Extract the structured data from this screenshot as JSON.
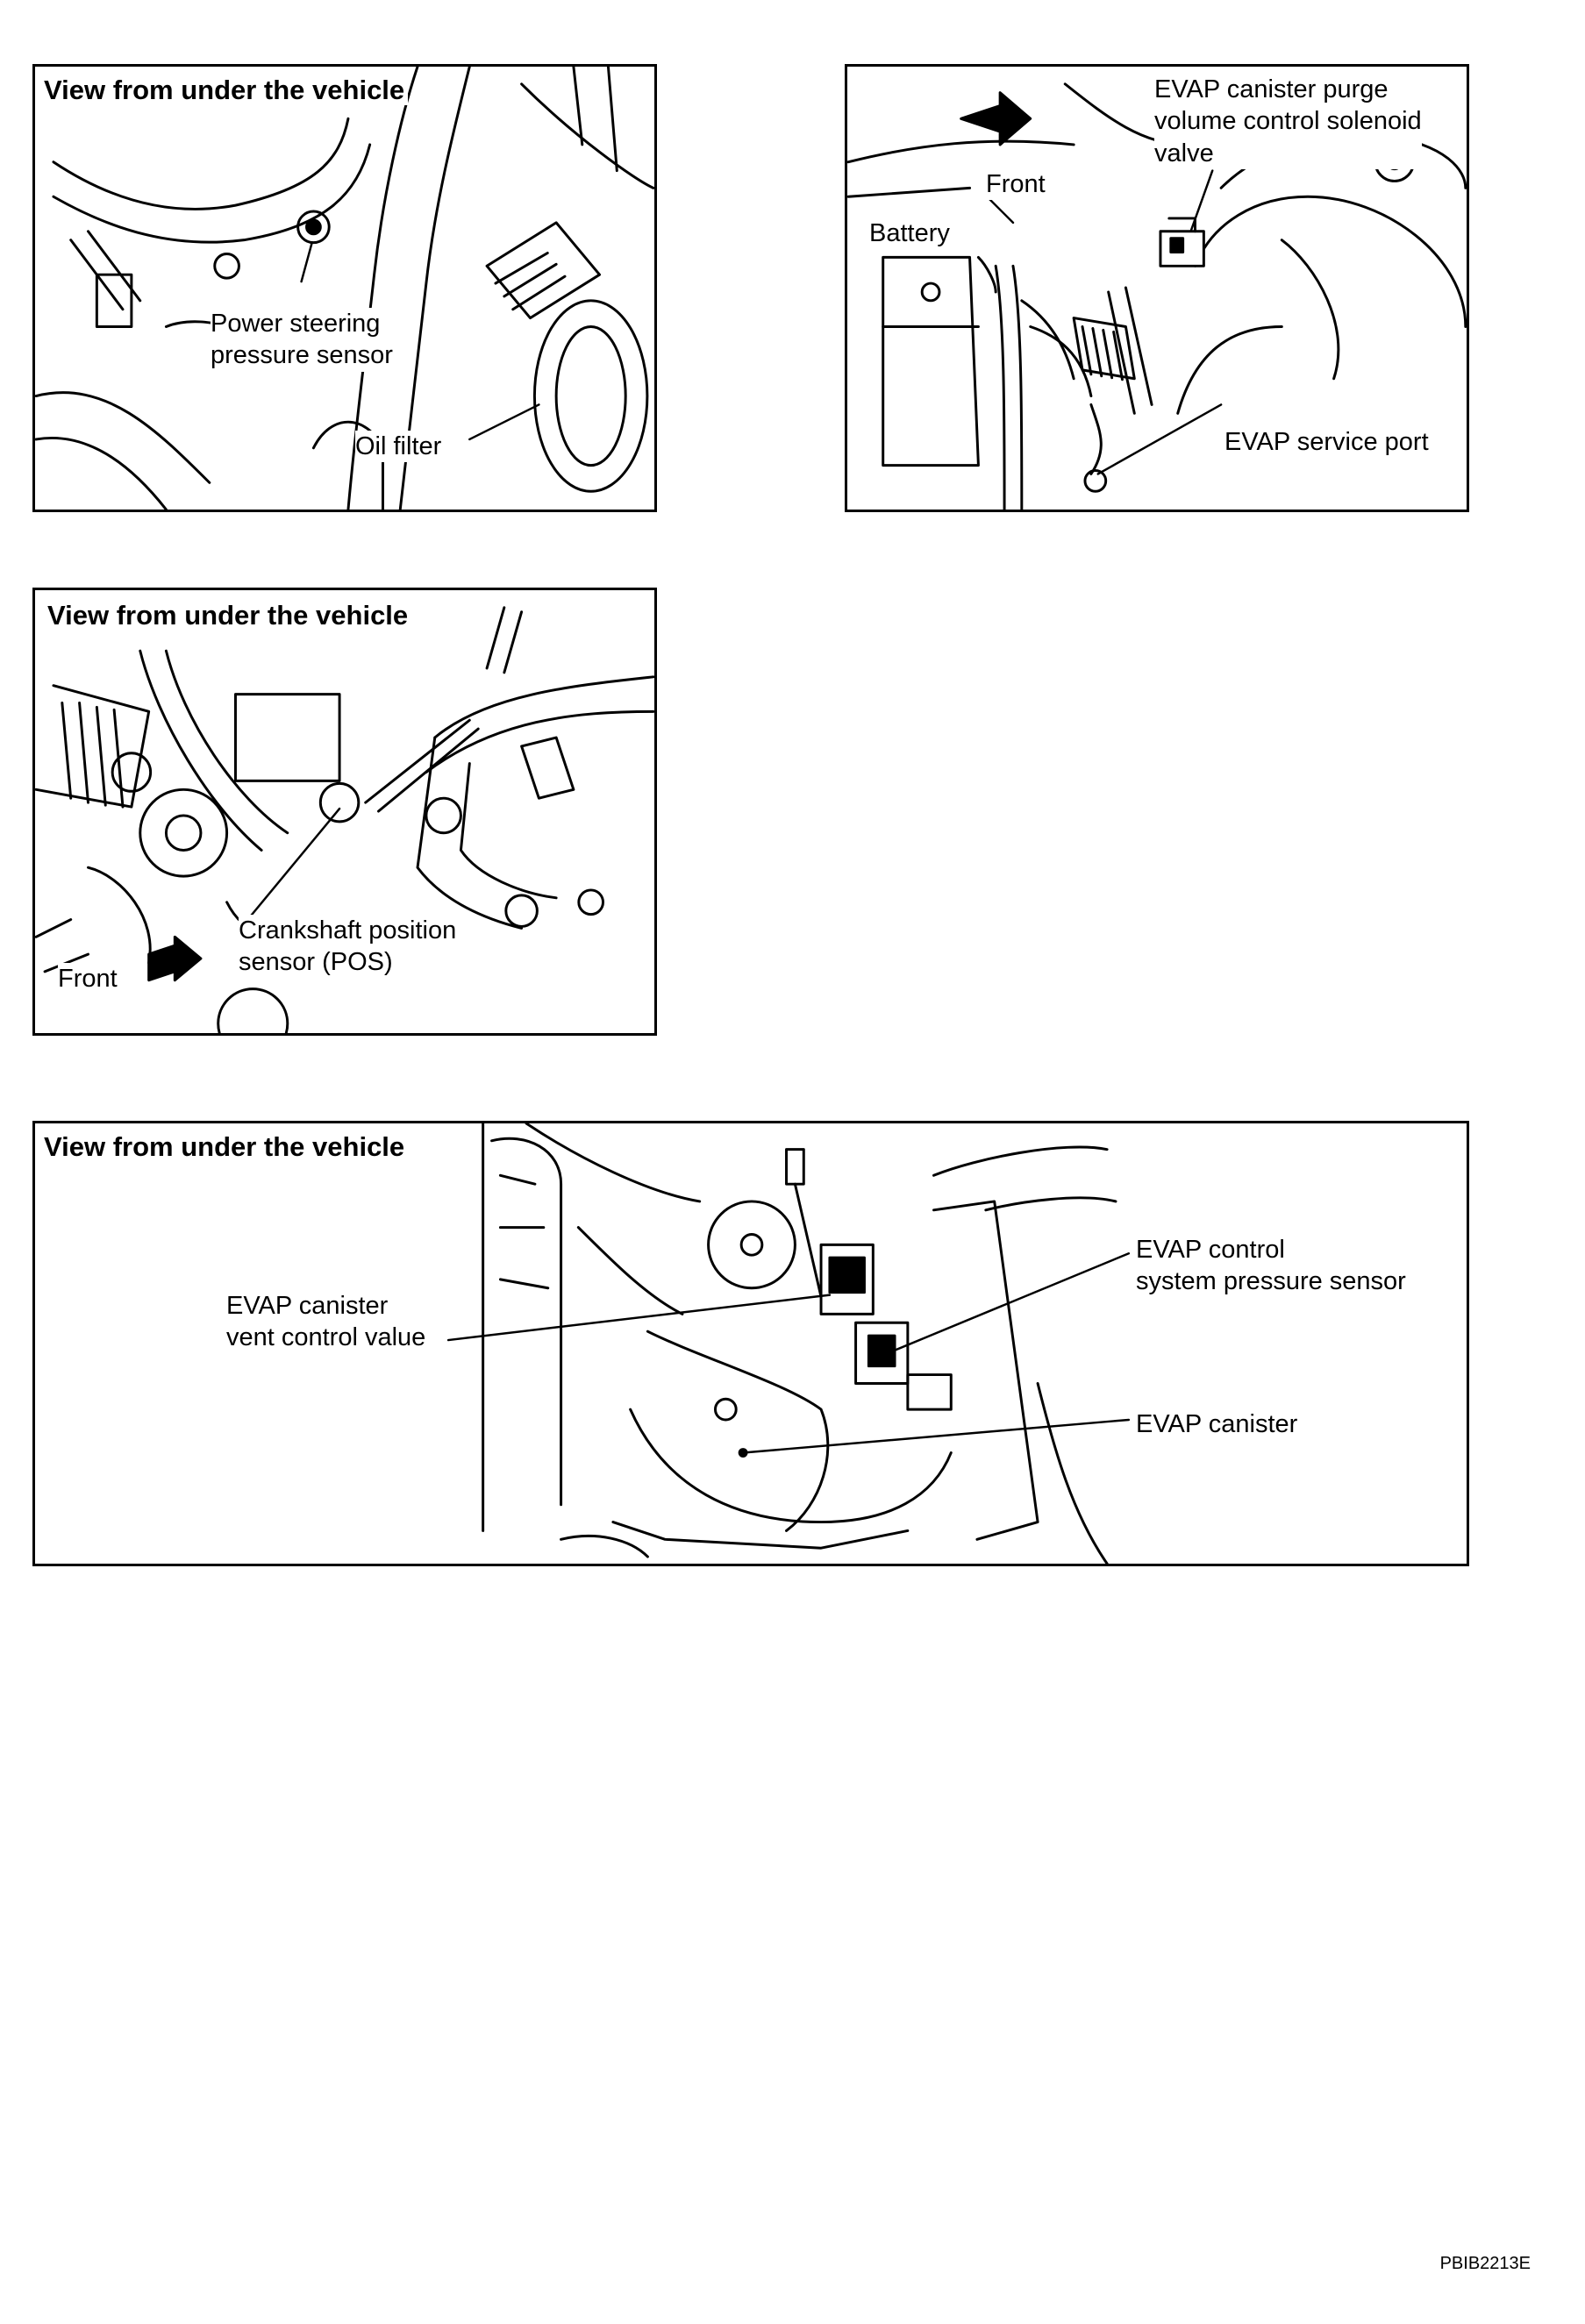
{
  "panels": [
    {
      "id": "power-steering",
      "heading": "View from under the vehicle",
      "labels": [
        [
          "Power steering",
          "pressure sensor"
        ],
        [
          "Oil filter"
        ]
      ]
    },
    {
      "id": "evap-purge",
      "front_label": "Front",
      "labels": [
        [
          "EVAP canister purge",
          "volume control solenoid",
          "valve"
        ],
        [
          "Battery"
        ],
        [
          "EVAP service port"
        ]
      ]
    },
    {
      "id": "crankshaft",
      "heading": "View from under the vehicle",
      "front_label": "Front",
      "labels": [
        [
          "Crankshaft position",
          "sensor (POS)"
        ]
      ]
    },
    {
      "id": "evap-canister",
      "heading": "View from under the vehicle",
      "labels": [
        [
          "EVAP canister",
          "vent control value"
        ],
        [
          "EVAP control",
          "system pressure sensor"
        ],
        [
          "EVAP canister"
        ]
      ]
    }
  ],
  "figure_code": "PBIB2213E"
}
